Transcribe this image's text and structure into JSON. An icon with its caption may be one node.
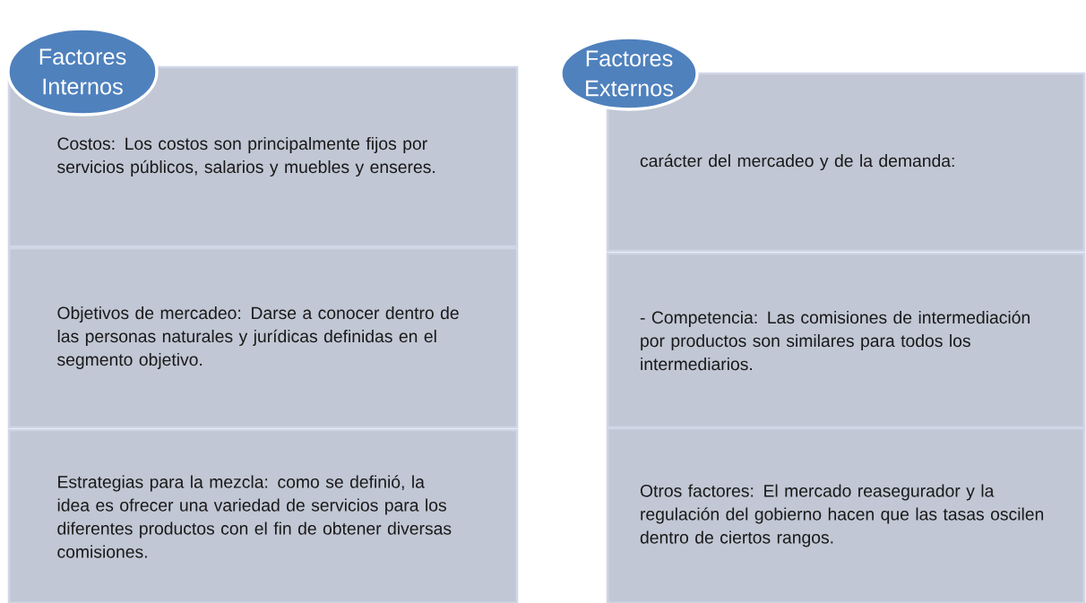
{
  "diagram": {
    "nodes": [
      {
        "text": [
          "Factores Internos"
        ]
      },
      {
        "text": [
          "Costos: Los costos son principalmente fijos por servicios públicos, salarios y muebles y enseres."
        ]
      },
      {
        "text": [
          "Objetivos de mercadeo: Darse a conocer dentro de las personas naturales y jurídicas definidas en el segmento objetivo."
        ]
      },
      {
        "text": [
          "Estrategias para la mezcla: como se definió, la idea es ofrecer una variedad de servicios para los diferentes productos con el fin de obtener diversas comisiones."
        ]
      },
      {
        "text": [
          "Factores Externos"
        ]
      },
      {
        "text": [
          "carácter del mercadeo y de la demanda:"
        ]
      },
      {
        "text": [
          "- Competencia: Las comisiones de intermediación por productos son similares para todos los intermediarios."
        ]
      },
      {
        "text": [
          "Otros factores: El mercado reasegurador y la regulación del gobierno hacen que las tasas oscilen dentro de ciertos rangos."
        ]
      }
    ],
    "edges": []
  }
}
